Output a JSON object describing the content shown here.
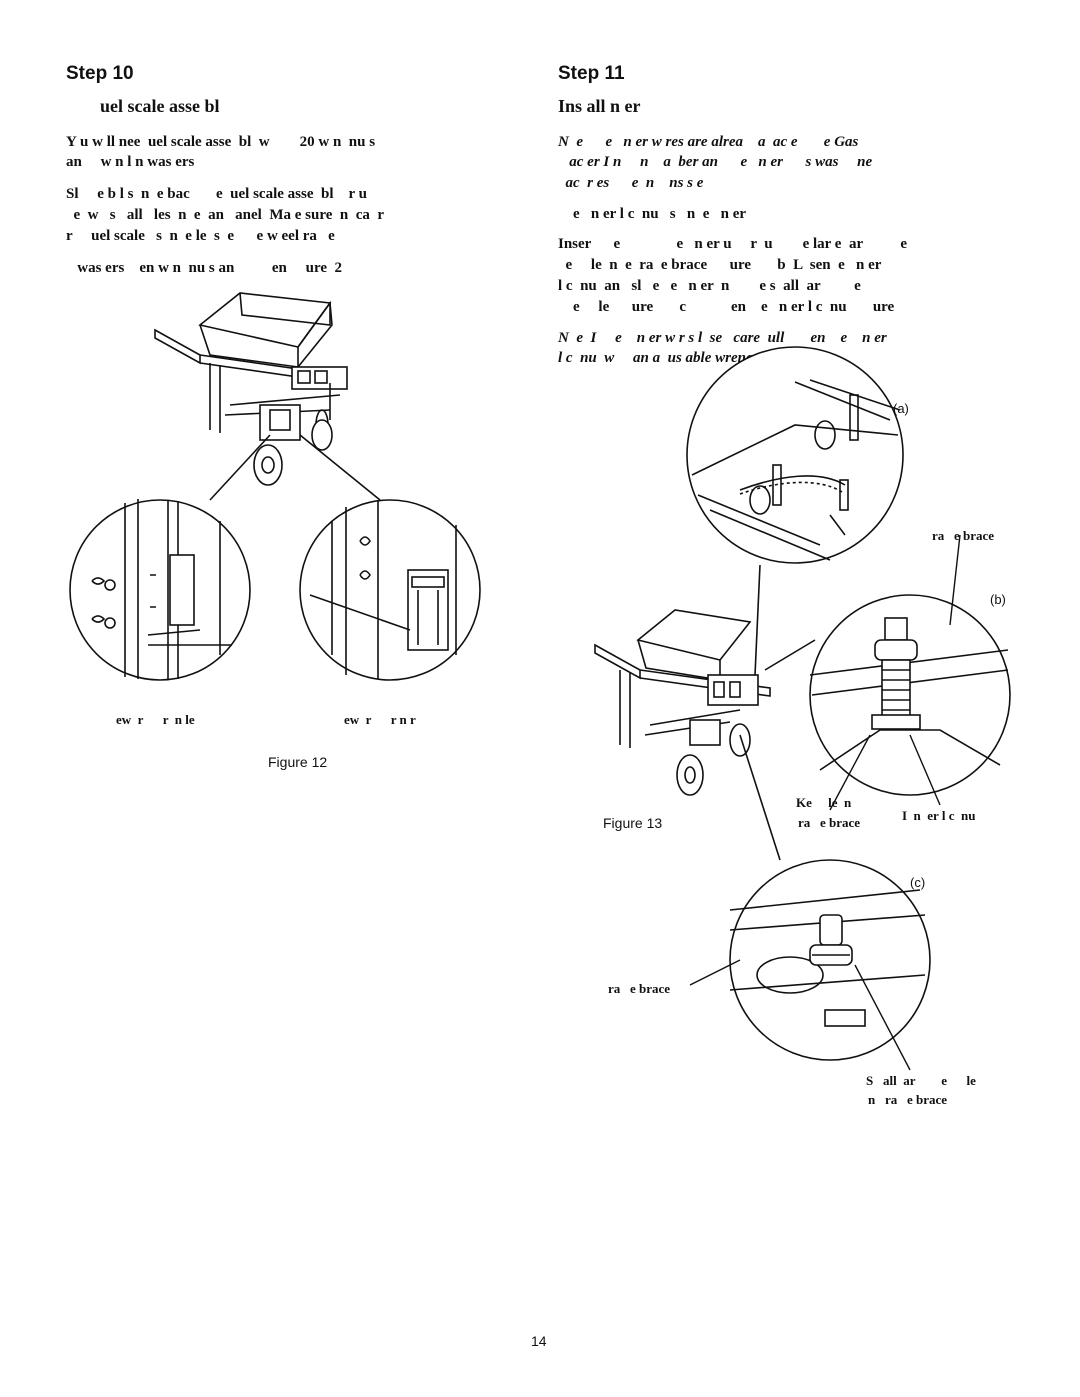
{
  "left": {
    "step": "Step 10",
    "subtitle": "uel scale asse bl",
    "para1": [
      "Y u w ll nee  uel scale asse  bl  w        20 w n  nu s",
      "an     w n l n was ers"
    ],
    "para2": [
      "Sl     e b l s  n  e bac       e  uel scale asse  bl    r u",
      "  e  w   s   all   les  n  e  an   anel  Ma e sure  n  ca  r",
      "r     uel scale   s  n  e le  s  e      e w eel ra   e"
    ],
    "para3": "   was ers    en w n  nu s an          en     ure  2",
    "callout_left": "ew  r      r  n le",
    "callout_right": "ew  r      r n r",
    "figure": "Figure 12"
  },
  "right": {
    "step": "Step 11",
    "subtitle": "Ins all     n er",
    "note1": [
      "N  e      e   n er w res are alrea    a  ac e       e Gas",
      "   ac er I n     n    a  ber an      e   n er      s was     ne",
      "  ac  r es      e  n    ns s e"
    ],
    "line2": "    e   n er l c  nu   s   n  e   n er",
    "para": [
      "Inser      e               e   n er u     r  u        e lar e  ar          e",
      "  e     le  n  e  ra  e brace      ure       b  L  sen  e   n er",
      "l c  nu  an   sl   e   e   n er  n        e s  all  ar         e",
      "    e     le      ure       c            en    e   n er l c  nu       ure"
    ],
    "note2": [
      "N  e  I     e    n er w r s l  se   care  ull       en    e    n er",
      "l c  nu  w     an a  us able wrenc    r   l ers"
    ],
    "label_a": "(a)",
    "label_b": "(b)",
    "label_c": "(c)",
    "frame_brace_1": "ra   e brace",
    "keyhole_1": "Ke     le  n",
    "keyhole_2": "ra   e brace",
    "igniter_nut": "I  n  er l c  nu",
    "frame_brace_2": "ra   e brace",
    "small_hole_1": "S   all  ar        e      le",
    "small_hole_2": "n   ra   e brace",
    "figure": "Figure 13"
  },
  "page_number": "14"
}
